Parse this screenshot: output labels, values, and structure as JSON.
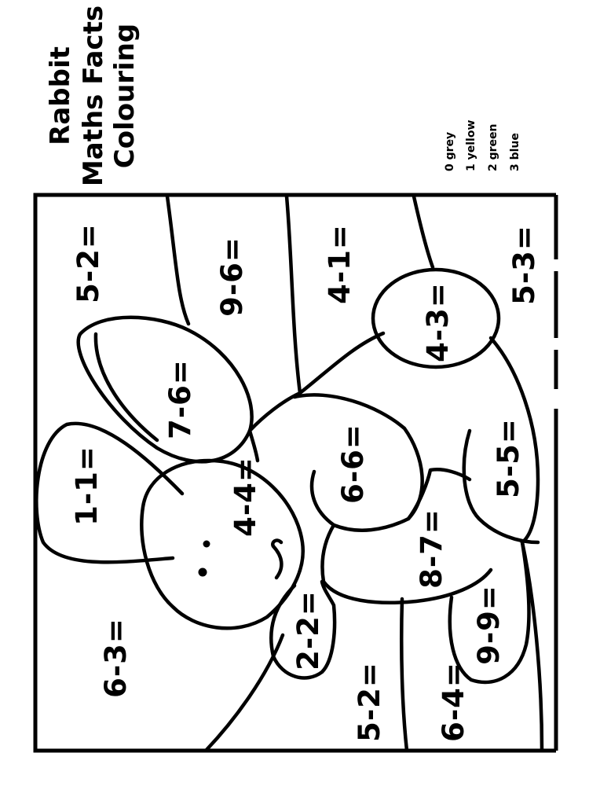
{
  "title": {
    "line1": "Rabbit",
    "line2": "Maths Facts",
    "line3": "Colouring"
  },
  "legend": [
    {
      "label": "0 grey",
      "value": 0,
      "color_name": "grey",
      "color": "#9e9e9e"
    },
    {
      "label": "1 yellow",
      "value": 1,
      "color_name": "yellow",
      "color": "#f7d82b"
    },
    {
      "label": "2 green",
      "value": 2,
      "color_name": "green",
      "color": "#4caf50"
    },
    {
      "label": "3 blue",
      "value": 3,
      "color_name": "blue",
      "color": "#2f7fd8"
    }
  ],
  "sums": {
    "sky_top_left": "5-2=",
    "sky_upper": "9-6=",
    "sky_middle": "4-1=",
    "sky_right": "5-3=",
    "back_ear": "7-6=",
    "front_ear": "1-1=",
    "head": "4-4=",
    "tail": "4-3=",
    "body": "6-6=",
    "hind_leg": "5-5=",
    "belly": "8-7=",
    "back_foot": "9-9=",
    "front_paw": "2-2=",
    "ground_left": "6-3=",
    "ground_bottom": "5-2=",
    "ground_bottom_right": "6-4="
  }
}
